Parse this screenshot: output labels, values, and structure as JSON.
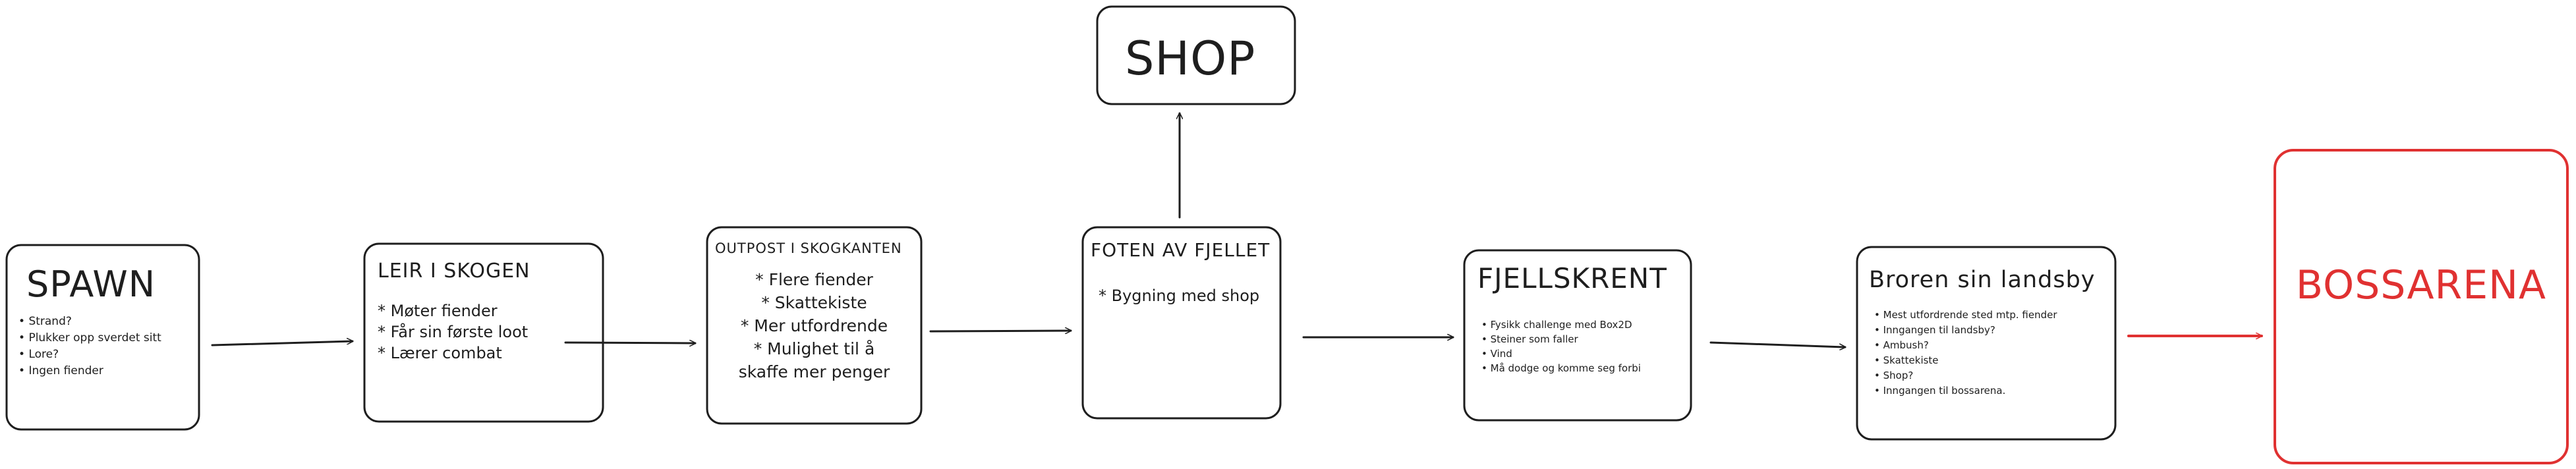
{
  "nodes": {
    "spawn": {
      "title": "SPAWN",
      "items": [
        "Strand?",
        "Plukker opp sverdet sitt",
        "Lore?",
        "Ingen fiender"
      ]
    },
    "leir": {
      "title": "LEIR I SKOGEN",
      "items": [
        "Møter fiender",
        "Får sin første loot",
        "Lærer combat"
      ]
    },
    "outpost": {
      "title": "OUTPOST I SKOGKANTEN",
      "items": [
        "Flere fiender",
        "Skattekiste",
        "Mer utfordrende",
        "Mulighet til å skaffe mer penger"
      ]
    },
    "foten": {
      "title": "FOTEN AV FJELLET",
      "items": [
        "Bygning med shop"
      ]
    },
    "shop": {
      "title": "SHOP"
    },
    "fjellskrent": {
      "title": "FJELLSKRENT",
      "items": [
        "Fysikk challenge med Box2D",
        "Steiner som faller",
        "Vind",
        "Må dodge og komme seg forbi"
      ]
    },
    "landsby": {
      "title": "Broren sin landsby",
      "items": [
        "Mest utfordrende sted mtp. fiender",
        "Inngangen til landsby?",
        "Ambush?",
        "Skattekiste",
        "Shop?",
        "Inngangen til bossarena."
      ]
    },
    "bossarena": {
      "title": "BOSSARENA"
    }
  },
  "colors": {
    "stroke": "#1e1e1e",
    "accent": "#e03131",
    "background": "#ffffff"
  }
}
